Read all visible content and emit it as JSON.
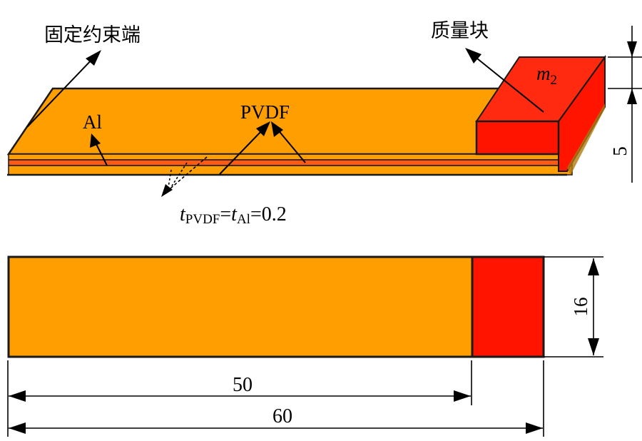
{
  "labels": {
    "fixed_end": "固定约束端",
    "mass_block": "质量块",
    "mass_symbol": "m",
    "mass_subscript": "2",
    "al_layer": "Al",
    "pvdf_layer": "PVDF",
    "thickness_t1": "t",
    "thickness_sub1": "PVDF",
    "thickness_eq1": "=",
    "thickness_t2": "t",
    "thickness_sub2": "Al",
    "thickness_eq2": "=0.2"
  },
  "dimensions": {
    "mass_height": "5",
    "width": "16",
    "beam_length": "50",
    "total_length": "60"
  },
  "colors": {
    "beam": "#FF9E00",
    "pvdf_layer": "#FF5A14",
    "mass": "#FF1400",
    "mass_top": "#FF2A10"
  }
}
